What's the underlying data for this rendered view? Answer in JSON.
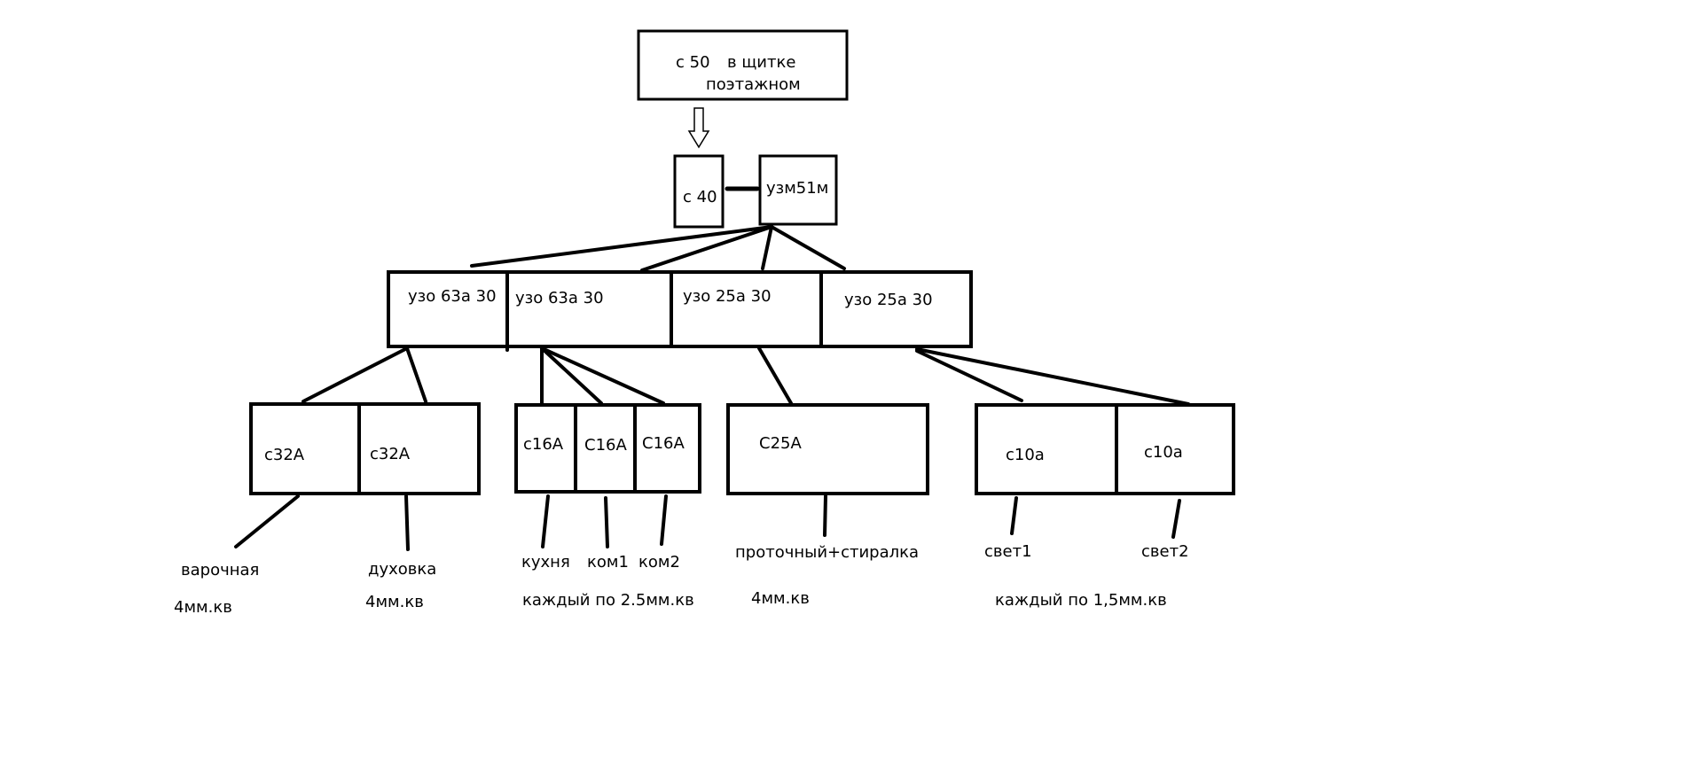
{
  "colors": {
    "background": "#ffffff",
    "stroke": "#000000",
    "text": "#000000"
  },
  "diagram": {
    "top_box": {
      "breaker": "с 50",
      "location_line1": "в щитке",
      "location_line2": "поэтажном"
    },
    "main_breaker": "с 40",
    "protection_device": "узм51м",
    "rcd_row": [
      "узо 63а 30",
      "узо 63а 30",
      "узо 25а 30",
      "узо 25а 30"
    ],
    "breakers": {
      "group1": [
        "с32А",
        "с32А"
      ],
      "group2": [
        "с16А",
        "С16А",
        "С16А"
      ],
      "group3": [
        "С25А"
      ],
      "group4": [
        "с10а",
        "с10а"
      ]
    },
    "loads": {
      "hob": "варочная",
      "oven": "духовка",
      "kitchen": "кухня",
      "room1": "ком1",
      "room2": "ком2",
      "heater_washer": "проточный+стиралка",
      "light1": "свет1",
      "light2": "свет2"
    },
    "cable_notes": {
      "hob": "4мм.кв",
      "oven": "4мм.кв",
      "sockets": "каждый по 2.5мм.кв",
      "heater_washer": "4мм.кв",
      "lighting": "каждый по 1,5мм.кв"
    }
  }
}
